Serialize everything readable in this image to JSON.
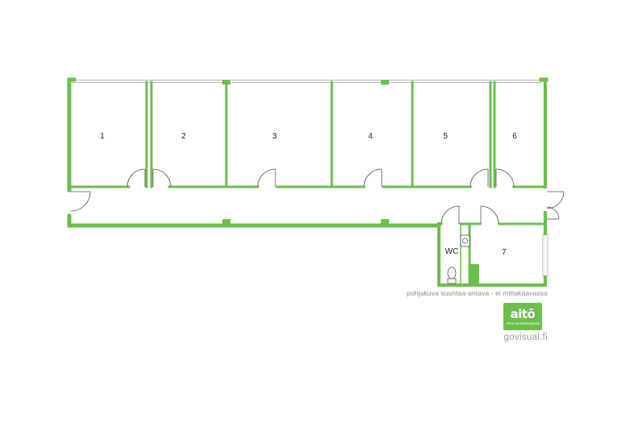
{
  "plan": {
    "wall_color": "#6cbf4b",
    "room_labels": [
      "1",
      "2",
      "3",
      "4",
      "5",
      "6",
      "7",
      "WC"
    ]
  },
  "note": "pohjakuva suuntaa-antava - ei mittakaavassa",
  "brand": {
    "logo_text": "aitō",
    "logo_tagline": "Aitoa asuntokauppaa",
    "logo_color": "#6cbf4b",
    "website": "govisual.fi"
  }
}
